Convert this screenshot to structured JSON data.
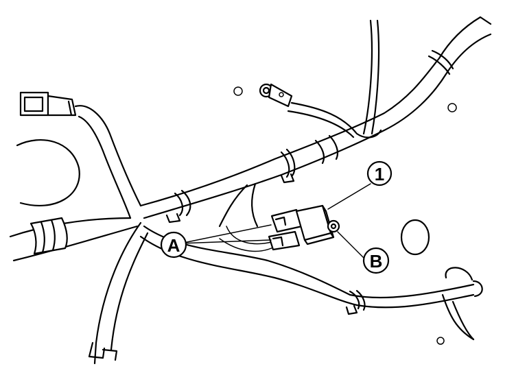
{
  "diagram": {
    "callouts": {
      "item_1": "1",
      "item_A": "A",
      "item_B": "B"
    }
  }
}
